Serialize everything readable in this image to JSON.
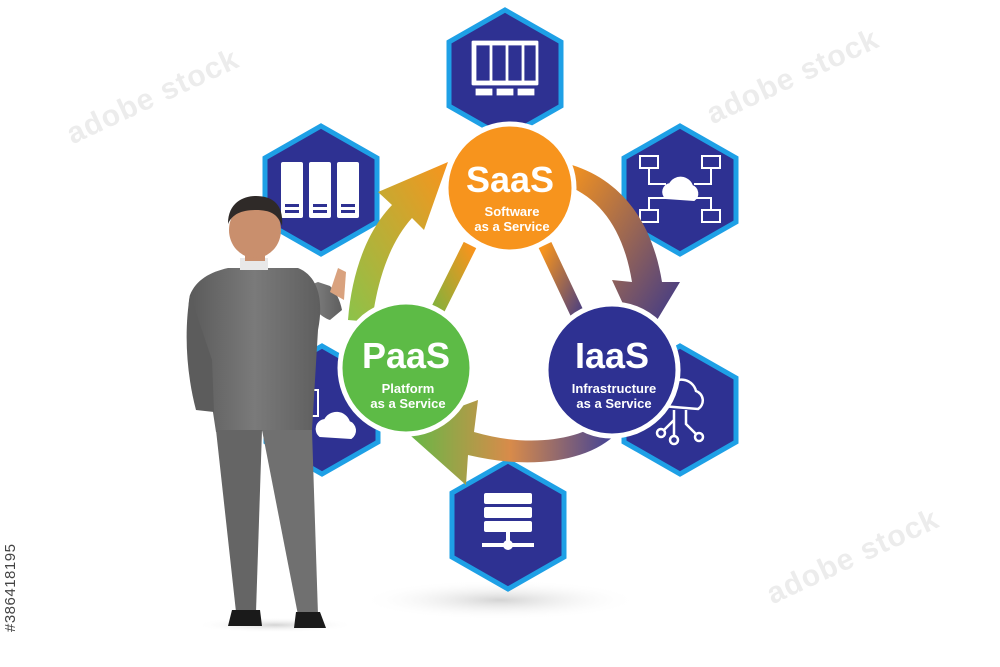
{
  "image_id_text": "#386418195",
  "watermark_text": "adobe stock",
  "nodes": {
    "saas": {
      "title": "SaaS",
      "line1": "Software",
      "line2": "as a Service",
      "color": "#f7941d"
    },
    "paas": {
      "title": "PaaS",
      "line1": "Platform",
      "line2": "as a Service",
      "color": "#5dbb46"
    },
    "iaas": {
      "title": "IaaS",
      "line1": "Infrastructure",
      "line2": "as a Service",
      "color": "#2e3192"
    }
  },
  "hex_icons": [
    "server-rack-icon",
    "data-center-icon",
    "network-cloud-icon",
    "cloud-circuit-icon",
    "server-network-icon",
    "cloud-monitor-icon"
  ],
  "colors": {
    "hex_fill": "#2e3192",
    "hex_border": "#1ea0e6",
    "saas_orange": "#f7941d",
    "paas_green": "#5dbb46",
    "iaas_navy": "#2e3192",
    "suit_gray": "#6e6e6e"
  }
}
